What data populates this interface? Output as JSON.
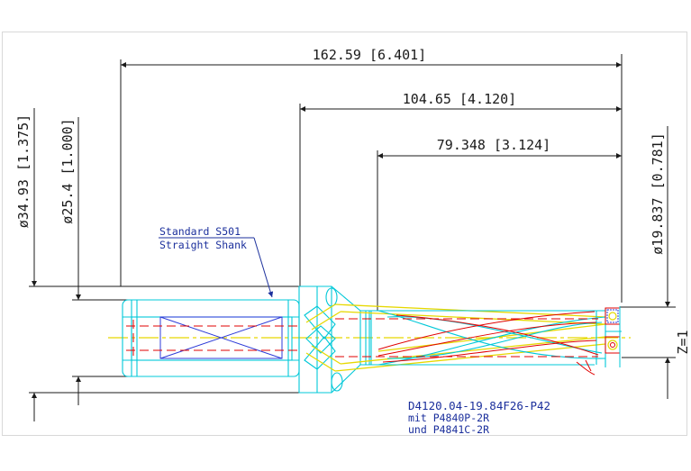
{
  "drawing": {
    "dimensions": {
      "overall_length": "162.59 [6.401]",
      "body_length": "104.65 [4.120]",
      "flute_length": "79.348 [3.124]",
      "diameter_collar": "ø34.93 [1.375]",
      "diameter_shank": "ø25.4 [1.000]",
      "diameter_tip": "ø19.837 [0.781]",
      "flute_count": "Z=1"
    },
    "shank_note": {
      "line1": "Standard S501",
      "line2": "Straight Shank"
    },
    "part_info": {
      "part_number": "D4120.04-19.84F26-P42",
      "insert_1": "mit P4840P-2R",
      "insert_2": "und P4841C-2R"
    },
    "colors": {
      "dimension": "#1a1a1a",
      "outline": "#00c8d8",
      "hidden": "#e00000",
      "centerline": "#e6d800",
      "annotation": "#1b2f9c"
    }
  }
}
